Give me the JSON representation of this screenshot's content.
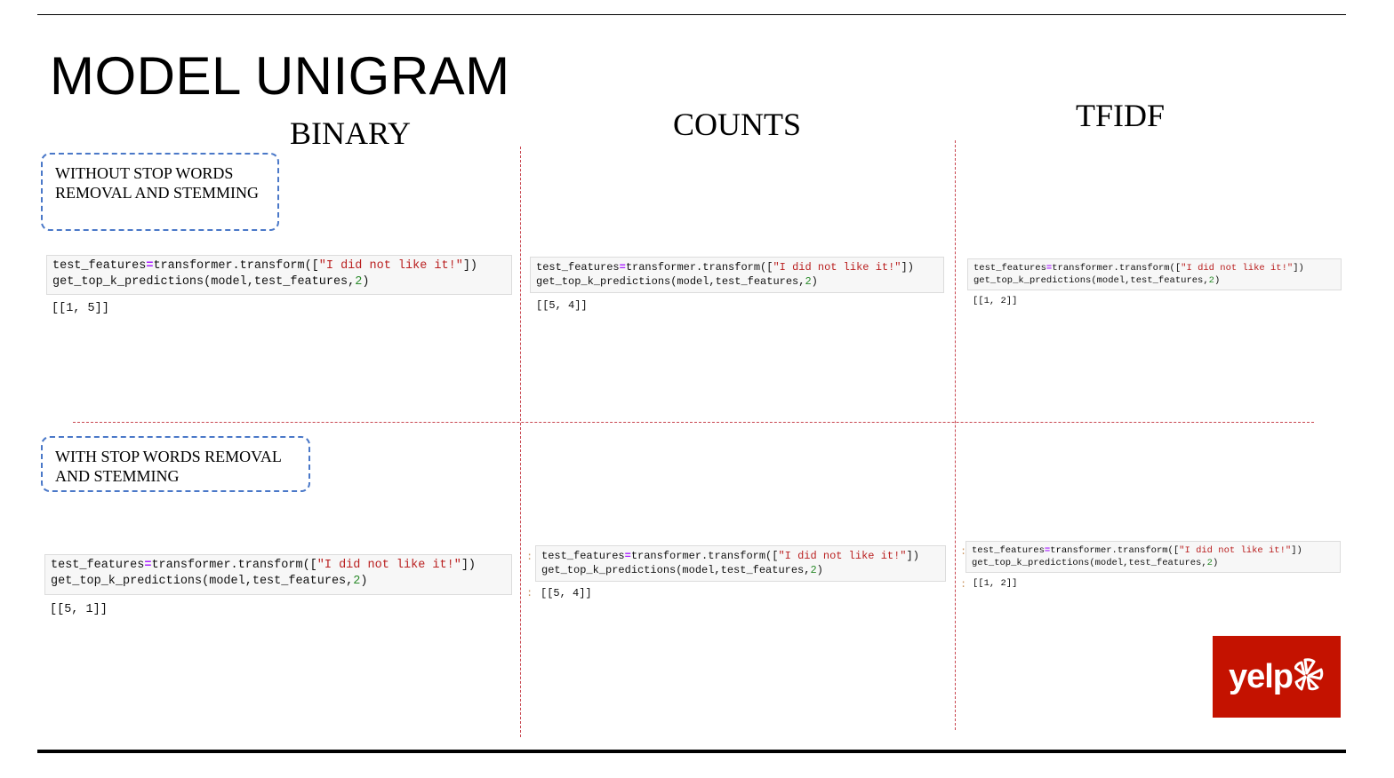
{
  "title": "MODEL UNIGRAM",
  "columns": {
    "binary": "BINARY",
    "counts": "COUNTS",
    "tfidf": "TFIDF"
  },
  "rows": {
    "without": "WITHOUT STOP WORDS REMOVAL AND STEMMING",
    "with": "WITH STOP WORDS REMOVAL AND STEMMING"
  },
  "code": {
    "var": "test_features",
    "eq": "=",
    "call": "transformer.transform([",
    "str": "\"I did not like it!\"",
    "close": "])",
    "line2_a": "get_top_k_predictions(model,test_features,",
    "line2_num": "2",
    "line2_b": ")"
  },
  "prompt_marker": ":",
  "outputs": {
    "binary_without": "[[1, 5]]",
    "counts_without": "[[5, 4]]",
    "tfidf_without": "[[1, 2]]",
    "binary_with": "[[5, 1]]",
    "counts_with": "[[5, 4]]",
    "tfidf_with": "[[1, 2]]"
  },
  "logo": {
    "name": "yelp",
    "icon": "yelp-burst-icon",
    "brand_color": "#c41200"
  }
}
